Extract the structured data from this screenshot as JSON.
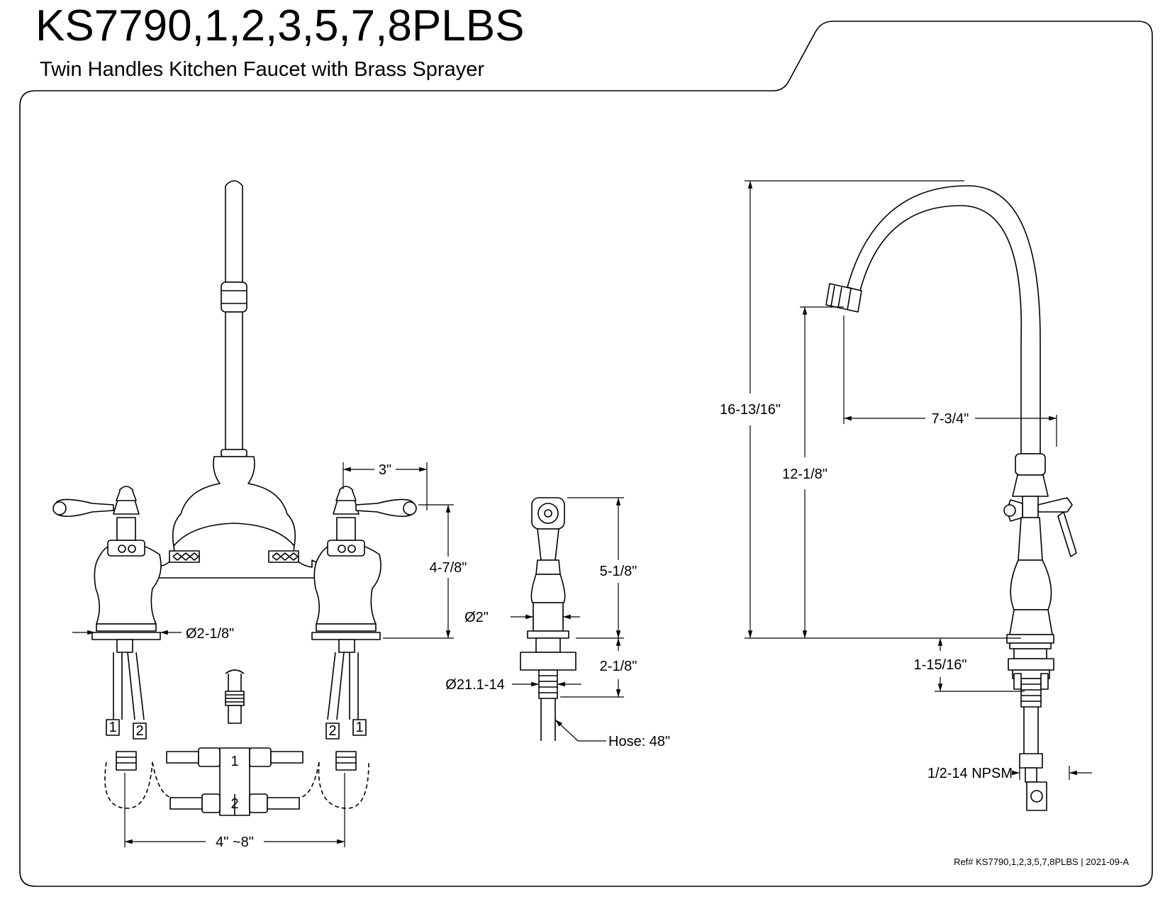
{
  "header": {
    "model": "KS7790,1,2,3,5,7,8PLBS",
    "description": "Twin Handles Kitchen Faucet with Brass Sprayer"
  },
  "front_view": {
    "handle_spacing": "3\"",
    "handle_height": "4-7/8\"",
    "base_diameter": "Ø2-1/8\"",
    "center_spread": "4\" ~8\"",
    "valve_hose_label_1": "1",
    "valve_hose_label_2": "2"
  },
  "sprayer": {
    "height": "5-1/8\"",
    "diameter": "Ø2\"",
    "shank_length": "2-1/8\"",
    "thread": "Ø21.1-14",
    "hose": "Hose: 48\""
  },
  "side_view": {
    "overall_height": "16-13/16\"",
    "spout_height": "12-1/8\"",
    "spout_reach": "7-3/4\"",
    "shank_length": "1-15/16\"",
    "connection": "1/2-14 NPSM"
  },
  "footer": {
    "reference": "Ref# KS7790,1,2,3,5,7,8PLBS | 2021-09-A"
  }
}
